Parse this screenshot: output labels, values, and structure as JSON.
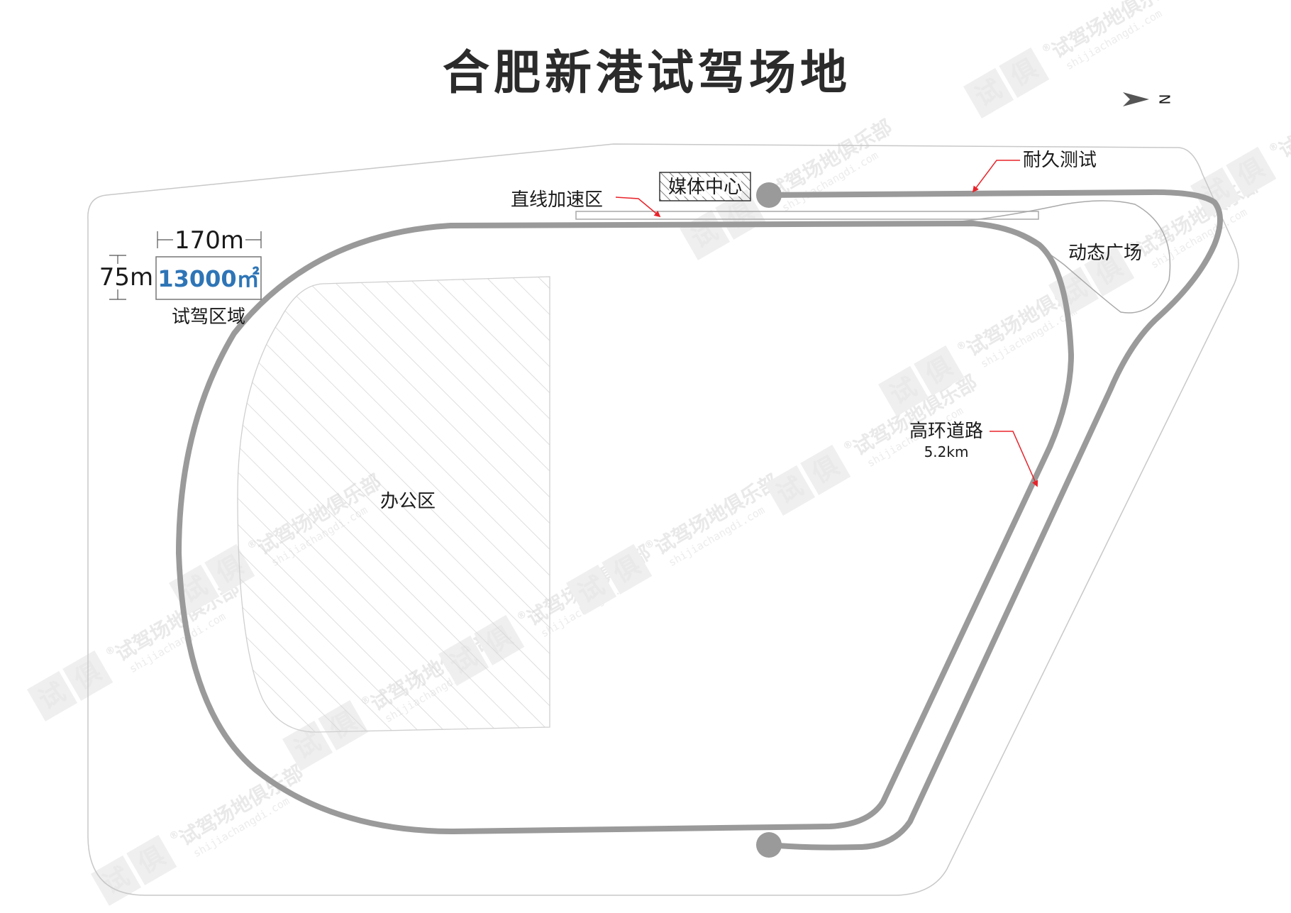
{
  "title": "合肥新港试驾场地",
  "compass": {
    "label": "N"
  },
  "zones": {
    "media_center": "媒体中心",
    "straight_accel": "直线加速区",
    "endurance": "耐久测试",
    "dynamic_plaza": "动态广场",
    "high_ring": "高环道路",
    "high_ring_length": "5.2km",
    "office": "办公区"
  },
  "test_area": {
    "width": "170m",
    "height": "75m",
    "area": "13000㎡",
    "label": "试驾区域"
  },
  "watermark": {
    "brand": "试驾场地俱乐部",
    "domain": "shijiachangdi.com",
    "logo_chars": [
      "试",
      "俱"
    ],
    "reg": "®"
  },
  "colors": {
    "track": "#9a9a9a",
    "boundary": "#c8c8c8",
    "leader": "#e8232a",
    "area_text": "#2e75b6"
  }
}
